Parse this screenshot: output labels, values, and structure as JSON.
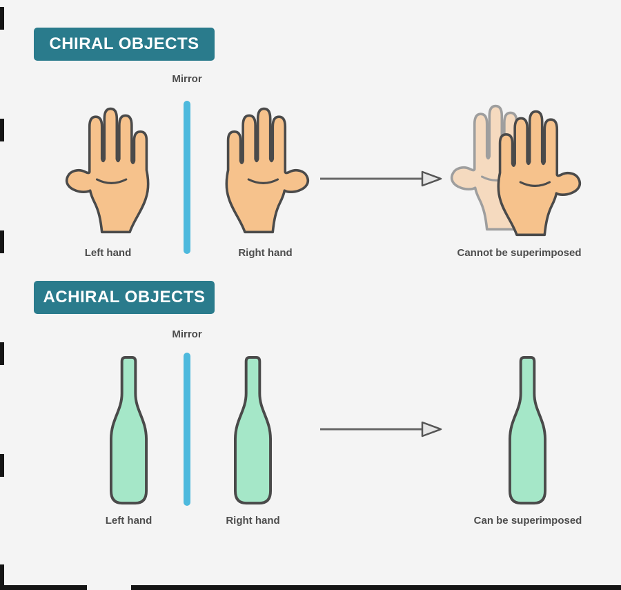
{
  "canvas": {
    "background": "#f4f4f4"
  },
  "colors": {
    "badge_teal": "#2a7b8c",
    "mirror_blue": "#4db9dd",
    "hand_skin": "#f6c28c",
    "bottle_mint": "#a5e7c8",
    "outline_gray": "#4a4a4a",
    "arrow_gray": "#666666",
    "label_gray": "#4d4d4d"
  },
  "sections": {
    "chiral": {
      "badge": "CHIRAL OBJECTS",
      "mirror_label": "Mirror",
      "left_label": "Left hand",
      "right_label": "Right hand",
      "result_label": "Cannot be superimposed"
    },
    "achiral": {
      "badge": "ACHIRAL OBJECTS",
      "mirror_label": "Mirror",
      "left_label": "Left hand",
      "right_label": "Right hand",
      "result_label": "Can be superimposed"
    }
  }
}
